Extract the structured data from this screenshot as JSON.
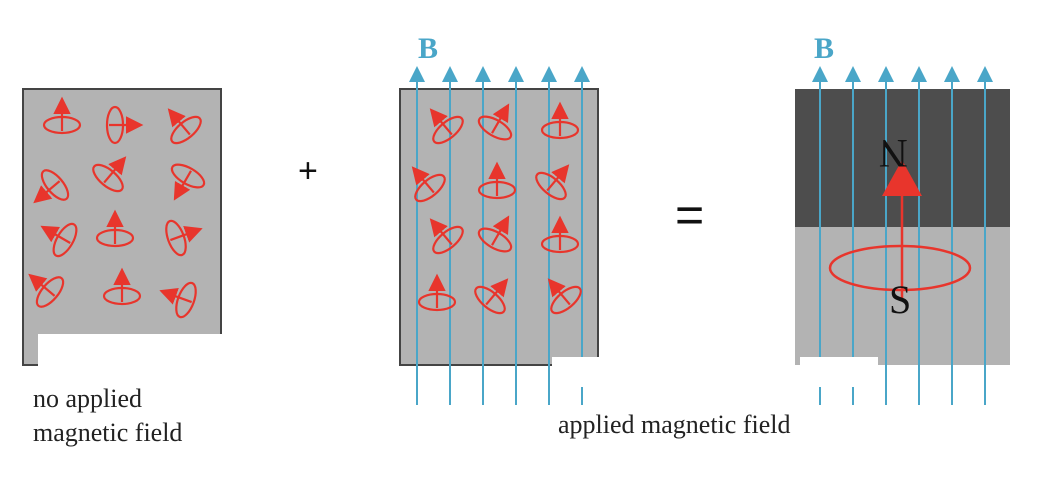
{
  "operators": {
    "plus": "+",
    "equals": "="
  },
  "field_symbol": "B",
  "poles": {
    "north": "N",
    "south": "S"
  },
  "captions": {
    "no_field_line1": "no applied",
    "no_field_line2": "magnetic field",
    "applied_field": "applied magnetic field"
  },
  "colors": {
    "field_lines": "#4aa6c8",
    "dipoles": "#e8352c",
    "material_gray": "#b3b3b3",
    "magnet_dark": "#4d4d4d",
    "magnet_light": "#b3b3b3",
    "outline": "#444444"
  }
}
